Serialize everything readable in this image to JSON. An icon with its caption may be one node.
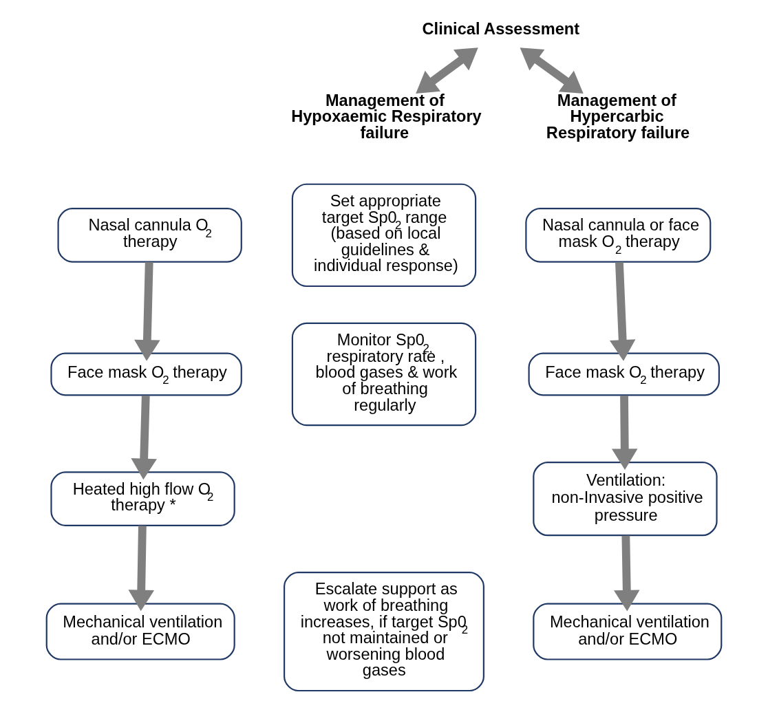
{
  "diagram": {
    "nodes": [
      {
        "text": [
          "Clinical Assessment"
        ]
      },
      {
        "text": [
          "Management of Hypoxaemic Respiratory failure"
        ]
      },
      {
        "text": [
          "Management of Hypercarbic Respiratory failure"
        ]
      },
      {
        "text": [
          "Nasal cannula O$_{2}$ therapy"
        ]
      },
      {
        "text": [
          "Face mask O$_{2}$ therapy"
        ]
      },
      {
        "text": [
          "Heated high flow O$_{2}$ therapy *"
        ]
      },
      {
        "text": [
          "Mechanical ventilation and/or ECMO"
        ]
      },
      {
        "text": [
          "Set appropriate target Sp0$_{2}$ range (based on local guidelines & individual response)"
        ]
      },
      {
        "text": [
          "Monitor Sp0$_{2,}$ respiratory rate , blood gases & work of breathing regularly"
        ]
      },
      {
        "text": [
          "Escalate support as work of breathing increases, if target Sp0$_{2}$ not maintained or worsening blood gases"
        ]
      },
      {
        "text": [
          "Nasal cannula or face mask O$_{2}$ therapy"
        ]
      },
      {
        "text": [
          "Face mask O$_{2}$ therapy"
        ]
      },
      {
        "text": [
          "Ventilation: non-Invasive positive pressure"
        ]
      },
      {
        "text": [
          "Mechanical ventilation and/or ECMO"
        ]
      }
    ],
    "edges": [
      {
        "from": 0,
        "to": 1,
        "arrow": "both"
      },
      {
        "from": 0,
        "to": 2,
        "arrow": "both"
      },
      {
        "from": 3,
        "to": 4,
        "arrow": "to"
      },
      {
        "from": 4,
        "to": 5,
        "arrow": "to"
      },
      {
        "from": 5,
        "to": 6,
        "arrow": "to"
      },
      {
        "from": 10,
        "to": 11,
        "arrow": "to"
      },
      {
        "from": 11,
        "to": 12,
        "arrow": "to"
      },
      {
        "from": 12,
        "to": 13,
        "arrow": "to"
      }
    ]
  }
}
